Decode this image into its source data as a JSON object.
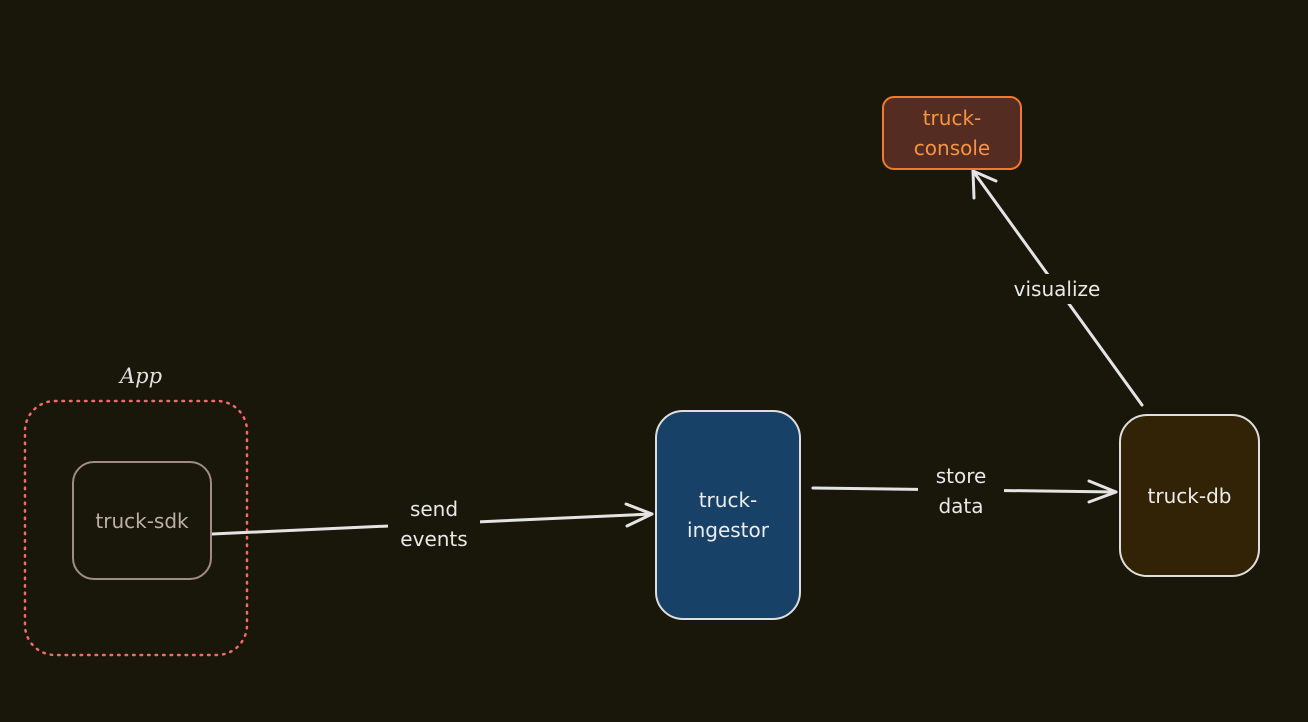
{
  "diagram": {
    "group": {
      "title": "App"
    },
    "nodes": {
      "sdk": "truck-sdk",
      "ingestor": "truck-\ningestor",
      "db": "truck-db",
      "console": "truck-\nconsole"
    },
    "edges": {
      "send_events": "send\nevents",
      "store_data": "store\ndata",
      "visualize": "visualize"
    },
    "colors": {
      "background": "#18170a",
      "ingestor_fill": "#174166",
      "db_fill": "#332306",
      "console_fill": "#542c22",
      "console_stroke": "#f07a2e",
      "group_border": "#f36a6a"
    }
  }
}
